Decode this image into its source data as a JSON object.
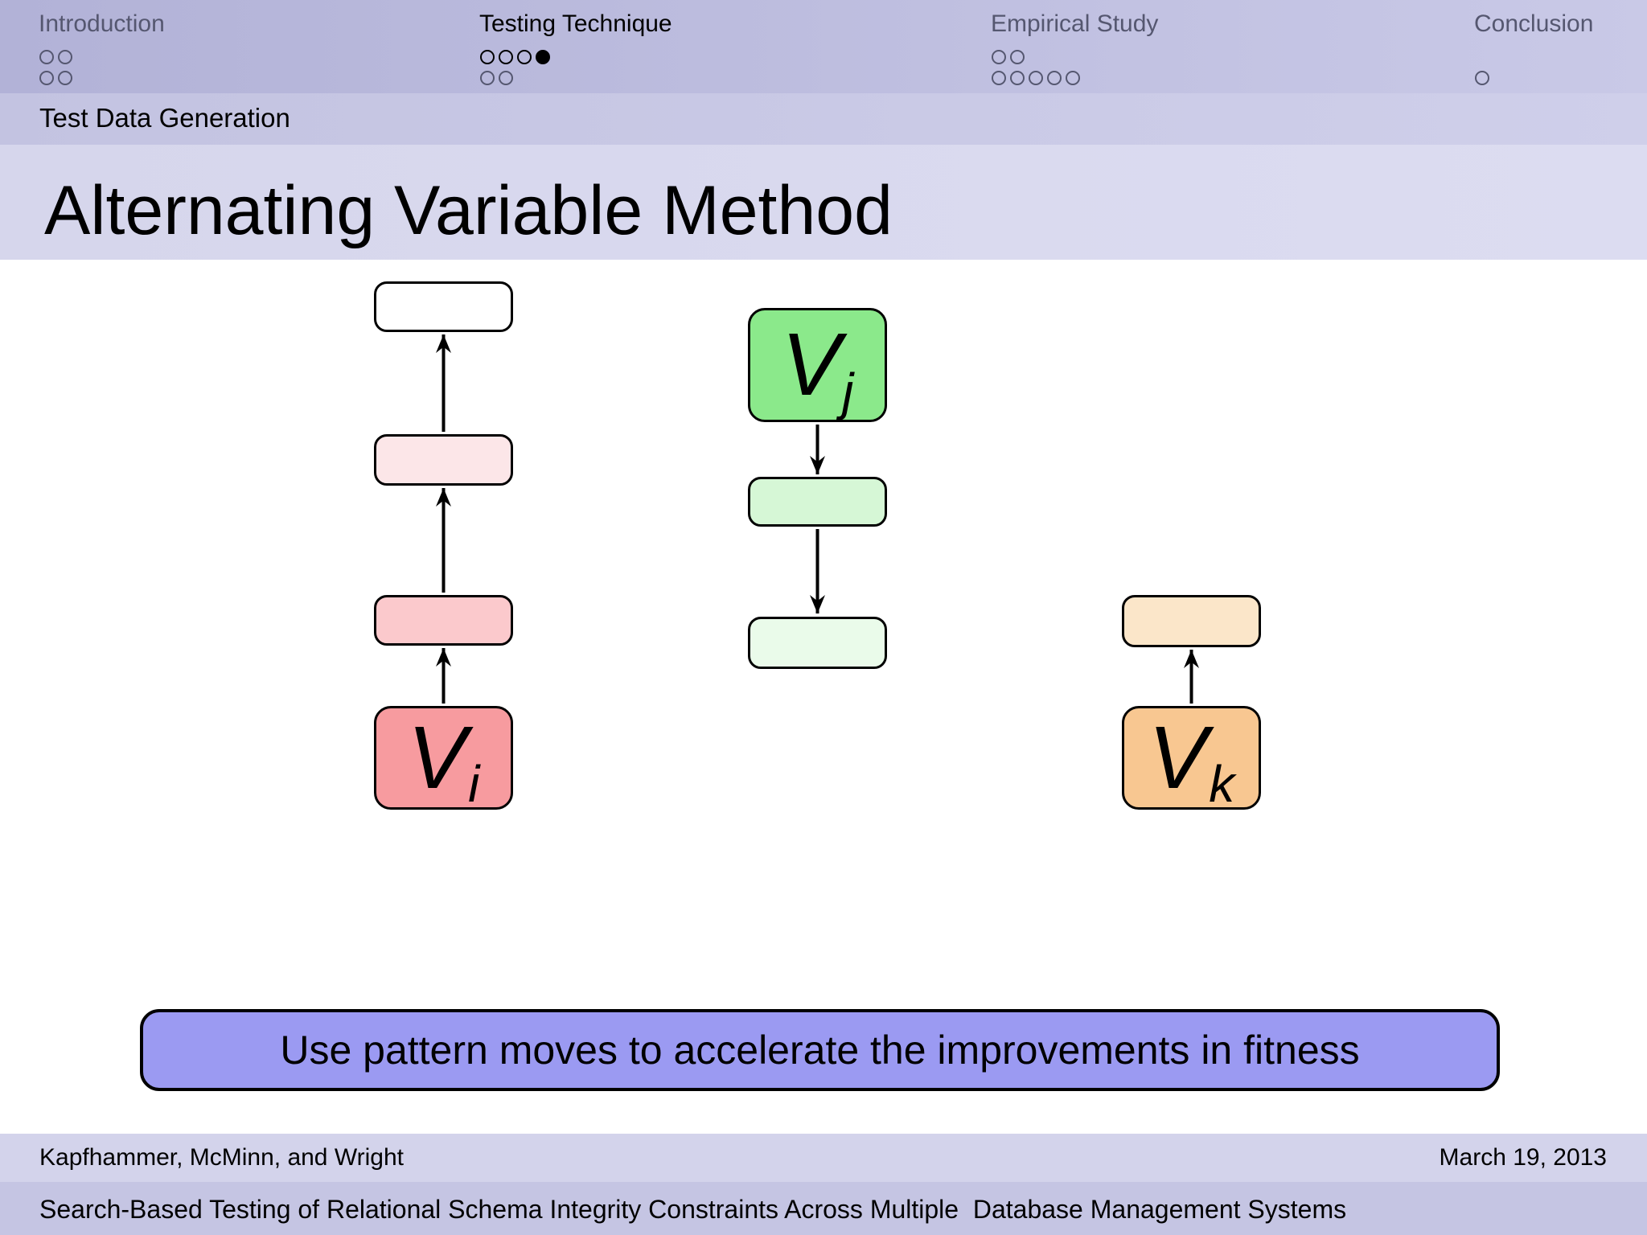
{
  "slide": {
    "nav": {
      "sections": [
        {
          "id": "introduction",
          "label": "Introduction",
          "active": false,
          "dot_rows": [
            [
              "empty",
              "empty"
            ],
            [
              "empty",
              "empty"
            ]
          ]
        },
        {
          "id": "testing-technique",
          "label": "Testing Technique",
          "active": true,
          "dot_rows": [
            [
              "empty",
              "empty",
              "empty",
              "filled"
            ],
            [
              "empty",
              "empty"
            ]
          ]
        },
        {
          "id": "empirical-study",
          "label": "Empirical Study",
          "active": false,
          "dot_rows": [
            [
              "empty",
              "empty"
            ],
            [
              "empty",
              "empty",
              "empty",
              "empty",
              "empty"
            ]
          ]
        },
        {
          "id": "conclusion",
          "label": "Conclusion",
          "active": false,
          "dot_rows": [
            [],
            [
              "empty"
            ]
          ]
        }
      ]
    },
    "subsection_title": "Test Data Generation",
    "frame_title": "Alternating Variable Method",
    "diagram": {
      "description": "Three vertical chains of rounded boxes with arrows showing alternating variable search moves",
      "columns": [
        {
          "id": "vi-chain",
          "arrow_direction": "up",
          "boxes": [
            {
              "id": "vi-top",
              "fill": "#ffffff",
              "label": "",
              "subscript": ""
            },
            {
              "id": "vi-mid2",
              "fill": "#fce6e8",
              "label": "",
              "subscript": ""
            },
            {
              "id": "vi-mid1",
              "fill": "#fbc9cc",
              "label": "",
              "subscript": ""
            },
            {
              "id": "vi",
              "fill": "#f79b9f",
              "label": "V",
              "subscript": "i"
            }
          ]
        },
        {
          "id": "vj-chain",
          "arrow_direction": "down",
          "boxes": [
            {
              "id": "vj",
              "fill": "#8be98b",
              "label": "V",
              "subscript": "j"
            },
            {
              "id": "vj-mid",
              "fill": "#d6f7d6",
              "label": "",
              "subscript": ""
            },
            {
              "id": "vj-bot",
              "fill": "#eafbea",
              "label": "",
              "subscript": ""
            }
          ]
        },
        {
          "id": "vk-chain",
          "arrow_direction": "up",
          "boxes": [
            {
              "id": "vk-top",
              "fill": "#fbe6c9",
              "label": "",
              "subscript": ""
            },
            {
              "id": "vk",
              "fill": "#f8c791",
              "label": "V",
              "subscript": "k"
            }
          ]
        }
      ]
    },
    "callout": {
      "text": "Use pattern moves to accelerate the improvements in fitness",
      "fill": "#9b9af2"
    },
    "footer": {
      "authors": "Kapfhammer, McMinn, and Wright",
      "date": "March 19, 2013",
      "paper_title": "Search-Based Testing of Relational Schema Integrity Constraints Across Multiple  Database Management Systems"
    },
    "palette": {
      "header_bar": [
        "#b2b2d7",
        "#c9c9e7"
      ],
      "subtitle_bar": [
        "#c3c3e1",
        "#cfcfea"
      ],
      "title_band": [
        "#d6d6ec",
        "#dcdcf1"
      ],
      "footer_top": "#d3d3eb",
      "footer_bottom": "#c5c5e3",
      "muted_text": "#555770",
      "arrow": "#000000"
    }
  }
}
